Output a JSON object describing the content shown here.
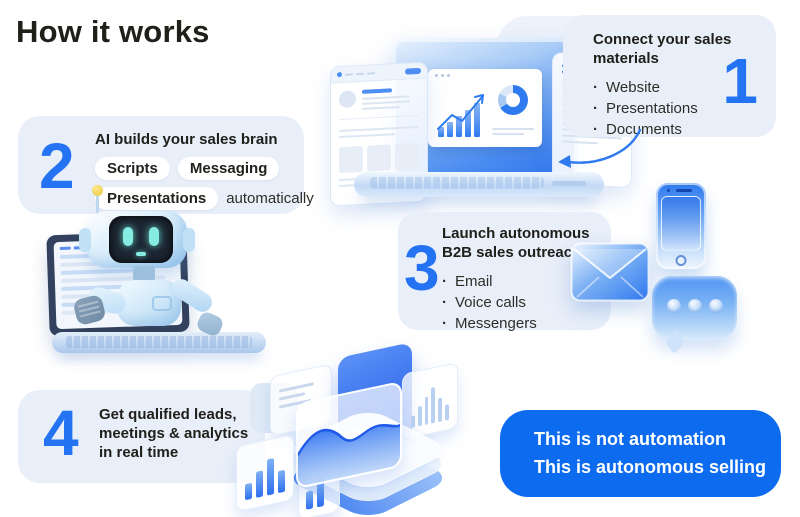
{
  "title": "How it works",
  "steps": {
    "s1": {
      "number": "1",
      "title": "Connect your sales materials",
      "items": [
        "Website",
        "Presentations",
        "Documents"
      ]
    },
    "s2": {
      "number": "2",
      "title": "AI builds your sales brain",
      "pills": [
        "Scripts",
        "Messaging",
        "Presentations"
      ],
      "suffix": "automatically"
    },
    "s3": {
      "number": "3",
      "title": "Launch autonomous B2B sales outreach",
      "items": [
        "Email",
        "Voice calls",
        "Messengers"
      ]
    },
    "s4": {
      "number": "4",
      "title": "Get qualified leads, meetings & analytics in real time"
    }
  },
  "cta": {
    "line1": "This is not automation",
    "line2": "This is autonomous selling"
  },
  "colors": {
    "accent_blue": "#2373f2",
    "card_bg": "#e9eff9",
    "cta_bg": "#0d6bf0",
    "text_dark": "#20201b"
  },
  "icons": {
    "laptop": "laptop-illustration",
    "robot": "robot-illustration",
    "envelope": "envelope-icon",
    "phone": "phone-icon",
    "chat": "chat-bubble-icon",
    "analytics": "analytics-illustration",
    "arrow": "curved-arrow-icon"
  }
}
